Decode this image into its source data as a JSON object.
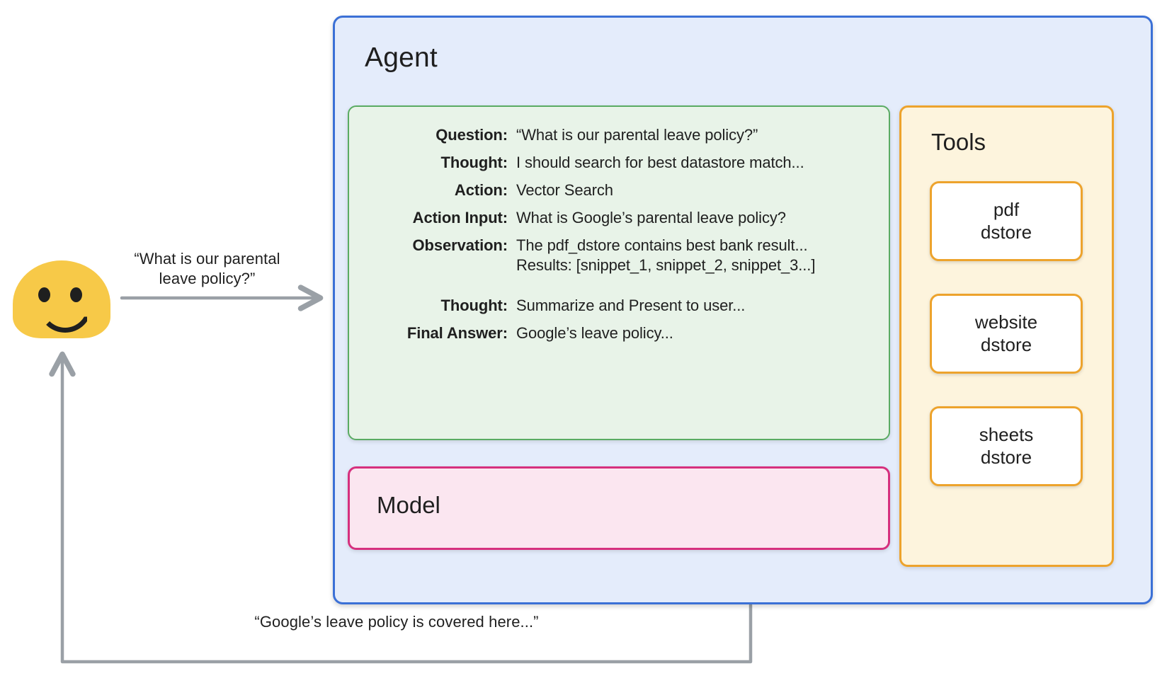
{
  "user": {
    "avatar_name": "user-avatar",
    "question_bubble": "“What is our parental\nleave policy?”",
    "answer_bubble": "“Google’s leave policy is covered here...”"
  },
  "agent": {
    "title": "Agent",
    "react": {
      "rows": [
        {
          "key": "Question:",
          "value": "“What is our parental leave policy?”"
        },
        {
          "key": "Thought:",
          "value": "I should search for best datastore match..."
        },
        {
          "key": "Action:",
          "value": "Vector Search"
        },
        {
          "key": "Action Input:",
          "value": "What is Google’s parental leave policy?"
        },
        {
          "key": "Observation:",
          "value": "The pdf_dstore contains best bank result...",
          "value2": "Results: [snippet_1, snippet_2, snippet_3...]"
        },
        {
          "key": "Thought:",
          "value": "Summarize and Present to user..."
        },
        {
          "key": "Final Answer:",
          "value": "Google’s leave policy..."
        }
      ]
    },
    "model": {
      "title": "Model"
    },
    "tools": {
      "title": "Tools",
      "items": [
        {
          "label": "pdf\ndstore"
        },
        {
          "label": "website\ndstore"
        },
        {
          "label": "sheets\ndstore"
        }
      ]
    }
  },
  "colors": {
    "agent_border": "#3b70d6",
    "agent_fill": "#e4ecfb",
    "react_border": "#5aab63",
    "react_fill": "#e8f3e8",
    "model_border": "#d6307e",
    "model_fill": "#fbe6f0",
    "tools_border": "#eda32c",
    "tools_fill": "#fdf4dd",
    "tool_card_fill": "#ffffff",
    "avatar_fill": "#f7c948",
    "arrow": "#9aa0a6",
    "dotted": "#9aa0a6",
    "text": "#1f1f1f"
  }
}
